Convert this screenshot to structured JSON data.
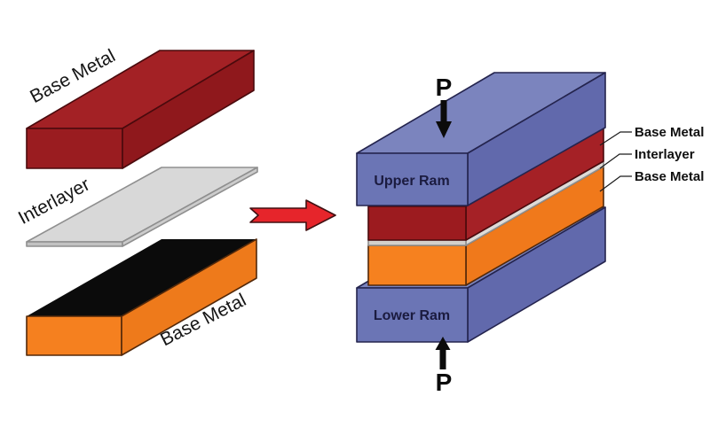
{
  "left_stack": {
    "top_label": "Base Metal",
    "middle_label": "Interlayer",
    "bottom_label": "Base Metal"
  },
  "assembly": {
    "upper_ram_label": "Upper Ram",
    "lower_ram_label": "Lower Ram",
    "pressure_top": "P",
    "pressure_bottom": "P",
    "callouts": [
      {
        "label": "Base Metal"
      },
      {
        "label": "Interlayer"
      },
      {
        "label": "Base Metal"
      }
    ]
  },
  "icons": {
    "flow_arrow": "red-right-arrow",
    "pressure_top_arrow": "black-down-arrow",
    "pressure_bottom_arrow": "black-up-arrow"
  },
  "colors": {
    "background": "#ffffff",
    "red_box": {
      "top": "#a32125",
      "front": "#9a1c20",
      "side": "#8f181c"
    },
    "gray_plate": {
      "top": "#d8d8d8",
      "front": "#c2c2c2",
      "side": "#cccccc"
    },
    "orange_box": {
      "top": "#0b0b0b",
      "front": "#f5801f",
      "side": "#ee7a1b"
    },
    "ram": {
      "top": "#7b84be",
      "front": "#6b75b5",
      "side": "#6169ac"
    },
    "red_layer": {
      "front": "#9c1b1f",
      "side": "#a52126"
    },
    "gray_layer": {
      "front": "#d3d0cc",
      "side": "#dedbd7"
    },
    "orange_layer": {
      "front": "#f6811f",
      "side": "#f0791b"
    },
    "flow_arrow": "#e6252b",
    "pressure_arrow": "#0b0b0b",
    "ram_text": "#1b1b3f",
    "label_text": "#161616"
  }
}
